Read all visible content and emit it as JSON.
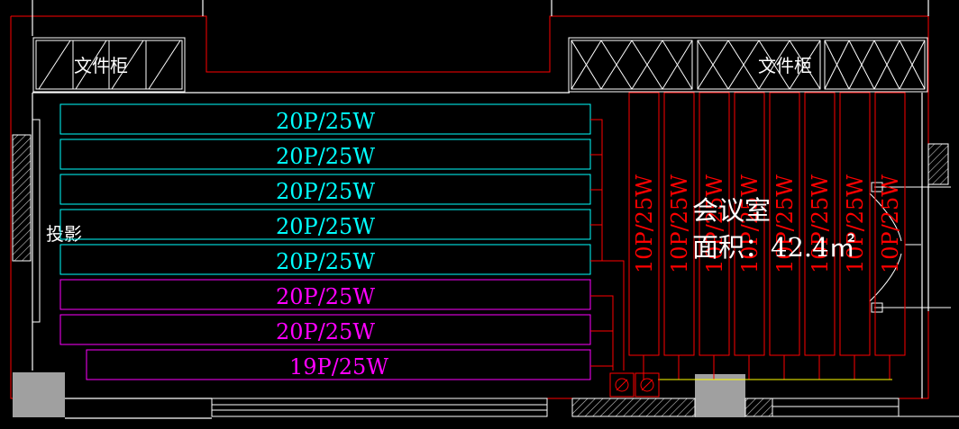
{
  "colors": {
    "background": "#000000",
    "wall": "#ffffff",
    "boundary": "#ff0000",
    "cyan_rows": "#00ffff",
    "magenta_rows": "#ff00ff",
    "red_rows": "#ff0000",
    "yellow_wire": "#ffff00",
    "column_fill": "#a0a0a0"
  },
  "labels": {
    "cabinet_left": "文件柜",
    "cabinet_right": "文件柜",
    "projection": "投影",
    "room_name": "会议室",
    "room_area": "面积：42.4㎡"
  },
  "horizontal_rows": [
    {
      "label": "20P/25W",
      "color": "cyan"
    },
    {
      "label": "20P/25W",
      "color": "cyan"
    },
    {
      "label": "20P/25W",
      "color": "cyan"
    },
    {
      "label": "20P/25W",
      "color": "cyan"
    },
    {
      "label": "20P/25W",
      "color": "cyan"
    },
    {
      "label": "20P/25W",
      "color": "magenta"
    },
    {
      "label": "20P/25W",
      "color": "magenta"
    },
    {
      "label": "19P/25W",
      "color": "magenta"
    }
  ],
  "vertical_rows": [
    {
      "label": "10P/25W"
    },
    {
      "label": "10P/25W"
    },
    {
      "label": "10P/25W"
    },
    {
      "label": "10P/25W"
    },
    {
      "label": "10P/25W"
    },
    {
      "label": "10P/25W"
    },
    {
      "label": "10P/25W"
    },
    {
      "label": "10P/25W"
    }
  ]
}
